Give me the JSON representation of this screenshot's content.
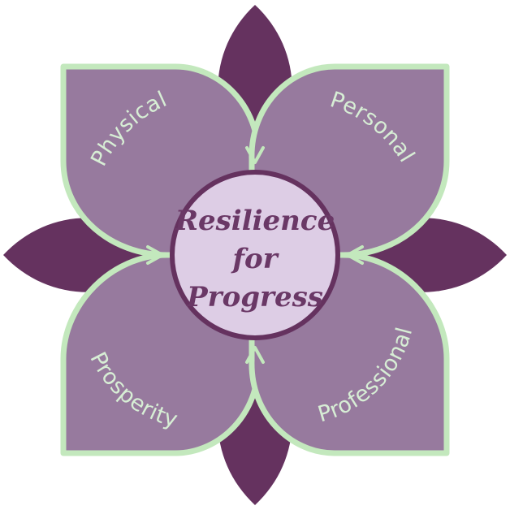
{
  "diagram": {
    "center": {
      "lines": [
        "Resilience",
        "for",
        "Progress"
      ]
    },
    "petals": {
      "top_left": "Physical",
      "top_right": "Personal",
      "bottom_left": "Prosperity",
      "bottom_right": "Professional"
    },
    "colors": {
      "dark_purple": "#65325f",
      "petal_fill": "#977a9e",
      "petal_outline": "#c3e8bd",
      "center_fill": "#ddcde5",
      "center_text": "#6a3866",
      "label_text": "#d7eed5",
      "background": "#ffffff"
    }
  }
}
